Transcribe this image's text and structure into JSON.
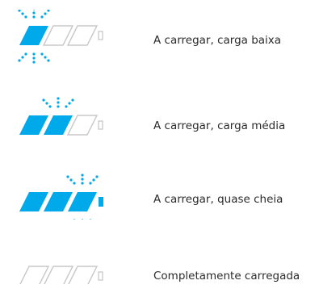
{
  "colors": {
    "filled": "#00A9EA",
    "outline": "#C8C8C8",
    "rays": "#00A9EA"
  },
  "states": [
    {
      "label": "A carregar, carga baixa",
      "filled_segments": 1,
      "segments_total": 3,
      "tip_filled": false,
      "blink_segment": 1
    },
    {
      "label": "A carregar, carga média",
      "filled_segments": 2,
      "segments_total": 3,
      "tip_filled": false,
      "blink_segment": 2
    },
    {
      "label": "A carregar, quase cheia",
      "filled_segments": 3,
      "segments_total": 3,
      "tip_filled": true,
      "blink_segment": 3
    },
    {
      "label": "Completamente carregada",
      "filled_segments": 0,
      "segments_total": 3,
      "tip_filled": false,
      "blink_segment": 0
    }
  ]
}
